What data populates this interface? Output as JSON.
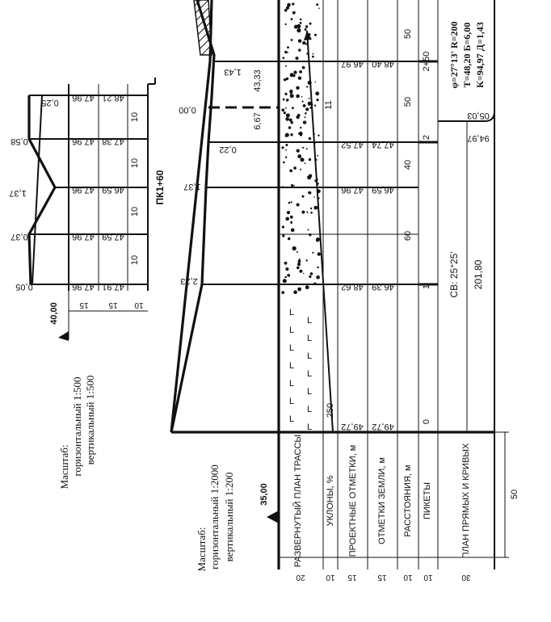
{
  "left_profile": {
    "station": "ПК1+60",
    "left_marks": [
      "0,05",
      "0,37",
      "1,37",
      "0,58"
    ],
    "design_marks": [
      "0,25"
    ],
    "ground_elevations": [
      "47,96",
      "47,96",
      "47,96",
      "47,96",
      "47,96"
    ],
    "design_elevations": [
      "47,91",
      "47,59",
      "46,59",
      "47,38",
      "48,21"
    ],
    "distances": [
      "10",
      "10",
      "10",
      "10"
    ],
    "ref_elevation": "40,00",
    "row_heights": [
      "15",
      "15",
      "10"
    ],
    "scale_title": "Масштаб:",
    "scale_horizontal": "горизонтальный 1:500",
    "scale_vertical": "вертикальный 1:500"
  },
  "main_profile": {
    "row_labels": [
      "РАЗВЕРНУТЫЙ ПЛАН ТРАССЫ",
      "УКЛОНЫ, %",
      "ПРОЕКТНЫЕ ОТМЕТКИ, м",
      "ОТМЕТКИ ЗЕМЛИ, м",
      "РАССТОЯНИЯ, м",
      "ПИКЕТЫ",
      "ПЛАН ПРЯМЫХ И КРИВЫХ"
    ],
    "row_heights": [
      "20",
      "10",
      "15",
      "15",
      "10",
      "10",
      "30"
    ],
    "total_height": "50",
    "ref_elevation": "35,00",
    "work_marks": [
      "2,23",
      "1,37",
      "0,22",
      "0,00",
      "1,43"
    ],
    "ground_elevations": [
      "49,72",
      "46,39",
      "46,59",
      "47,74",
      "48,40"
    ],
    "design_elevations": [
      "49,72",
      "48,62",
      "47,96",
      "47,52",
      "46,97"
    ],
    "distances": [
      "60",
      "40",
      "50",
      "50"
    ],
    "pickets": [
      "0",
      "1",
      "2",
      "2+50"
    ],
    "slopes": [
      "250",
      "11"
    ],
    "section_labels": [
      "6,67",
      "43,33"
    ],
    "bearing": "СВ: 25°25'",
    "straight_length": "201,80",
    "curve_start": "94,97",
    "curve_end": "05,03",
    "curve_params": [
      "φ=27°13'  R=200",
      "Т=48,20  Б=6,00",
      "К=94,97  Д=1,43"
    ],
    "scale_title": "Масштаб:",
    "scale_horizontal": "горизонтальный 1:2000",
    "scale_vertical": "вертикальный 1:200"
  }
}
